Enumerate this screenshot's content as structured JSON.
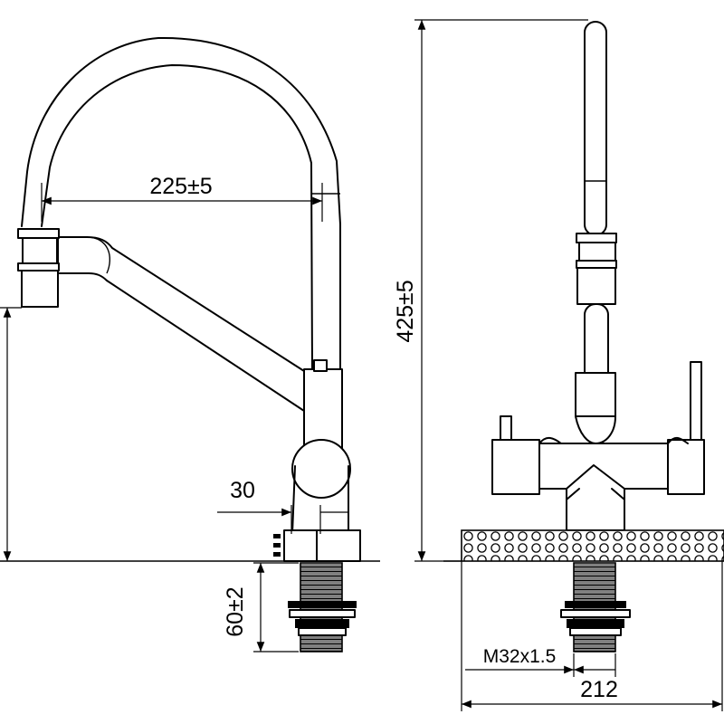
{
  "dimensions": {
    "spout_reach": "225±5",
    "height": "425±5",
    "base_offset": "30",
    "thread_length": "60±2",
    "thread_spec": "M32x1.5",
    "base_width": "212"
  },
  "colors": {
    "line": "#000000",
    "background": "#ffffff"
  }
}
